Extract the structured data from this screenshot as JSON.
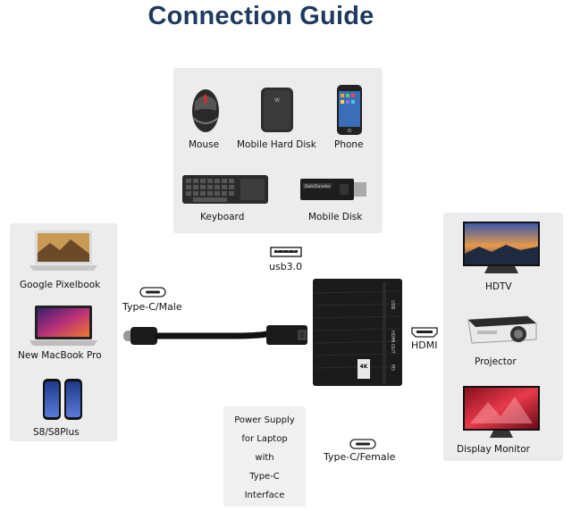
{
  "title": "Connection Guide",
  "usb_devices": {
    "mouse": "Mouse",
    "hard_disk": "Mobile Hard Disk",
    "phone": "Phone",
    "keyboard": "Keyboard",
    "mobile_disk": "Mobile Disk"
  },
  "hosts": {
    "pixelbook": "Google Pixelbook",
    "macbook": "New MacBook Pro",
    "s8": "S8/S8Plus"
  },
  "displays": {
    "hdtv": "HDTV",
    "projector": "Projector",
    "monitor": "Display Monitor"
  },
  "ports": {
    "usb": "usb3.0",
    "typec_male": "Type-C/Male",
    "hdmi": "HDMI",
    "typec_female": "Type-C/Female"
  },
  "power_supply": [
    "Power Supply",
    "for Laptop",
    "with",
    "Type-C",
    "Interface"
  ],
  "adapter": {
    "label_usb": "USB",
    "label_hdmi": "HDMI OUT",
    "label_pd": "PD",
    "badge": "4K"
  },
  "colors": {
    "title": "#1f3a5f",
    "panel": "#ececec",
    "adapter": "#1b1b1b"
  }
}
